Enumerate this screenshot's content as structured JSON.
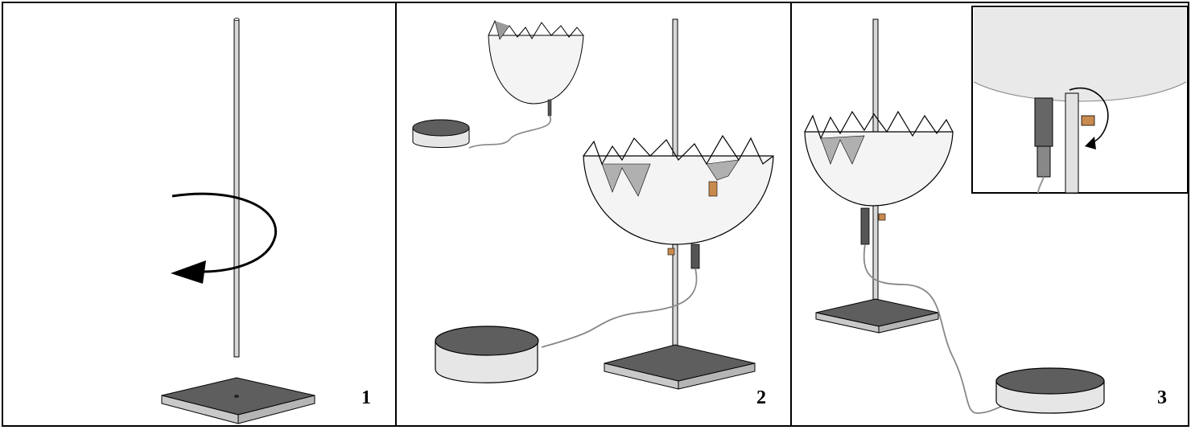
{
  "figure": {
    "panels": [
      {
        "step_number": "1"
      },
      {
        "step_number": "2"
      },
      {
        "step_number": "3"
      }
    ],
    "colors": {
      "base_top": "#5e5e5e",
      "base_side": "#c9c9c9",
      "rod": "#d8d8d8",
      "bowl": "#f2f2f2",
      "bowl_inner": "#9a9a9a",
      "clip": "#c98a4e",
      "outline": "#000000"
    },
    "icons": [
      "rotation-arrow-icon",
      "rotation-arrow-icon"
    ]
  }
}
